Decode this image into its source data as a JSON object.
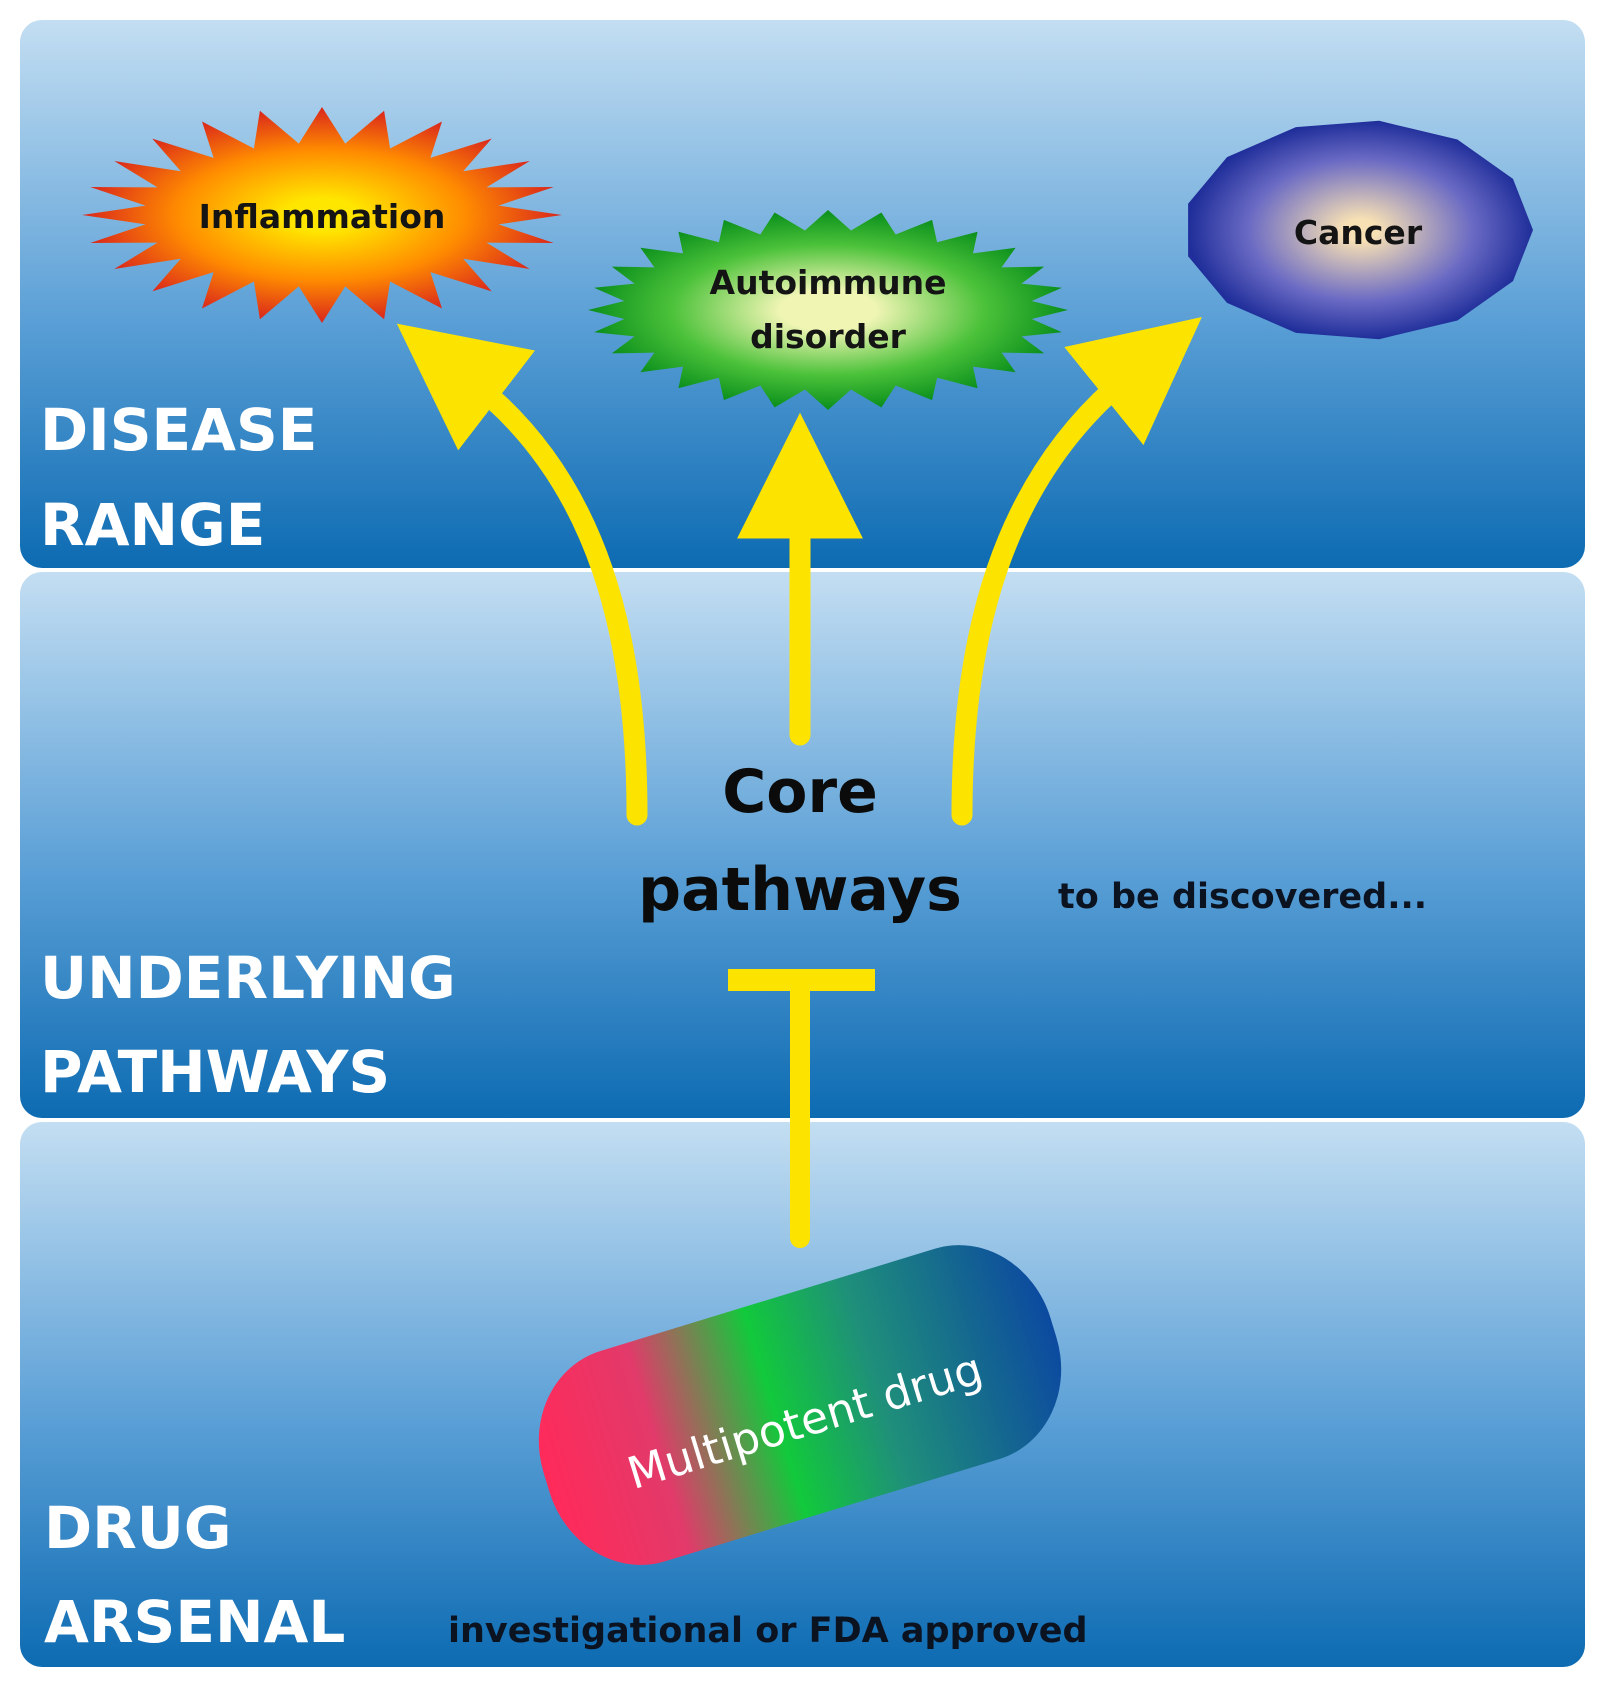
{
  "bands": {
    "disease": {
      "label_line1": "DISEASE",
      "label_line2": "RANGE"
    },
    "pathways": {
      "label_line1": "UNDERLYING",
      "label_line2": "PATHWAYS",
      "note": "to be discovered..."
    },
    "drug": {
      "label_line1": "DRUG",
      "label_line2": "ARSENAL",
      "note": "investigational or FDA approved"
    }
  },
  "diseases": {
    "inflammation": {
      "label": "Inflammation"
    },
    "autoimmune": {
      "label_line1": "Autoimmune",
      "label_line2": "disorder"
    },
    "cancer": {
      "label": "Cancer"
    }
  },
  "core": {
    "label_line1": "Core",
    "label_line2": "pathways"
  },
  "drug_pill": {
    "label": "Multipotent drug"
  },
  "colors": {
    "band_top": "#c3def2",
    "band_bottom": "#0d6bb2",
    "arrow": "#fce300",
    "inflammation": [
      "#ffe600",
      "#ff8c00",
      "#d9261c"
    ],
    "autoimmune": [
      "#f0f5b4",
      "#4cc23a",
      "#0a8f1c"
    ],
    "cancer": [
      "#f7e0b4",
      "#6a6ac4",
      "#1f2e9a"
    ],
    "pill": [
      "#ff2a5a",
      "#12c93b",
      "#0c4aa0"
    ]
  }
}
